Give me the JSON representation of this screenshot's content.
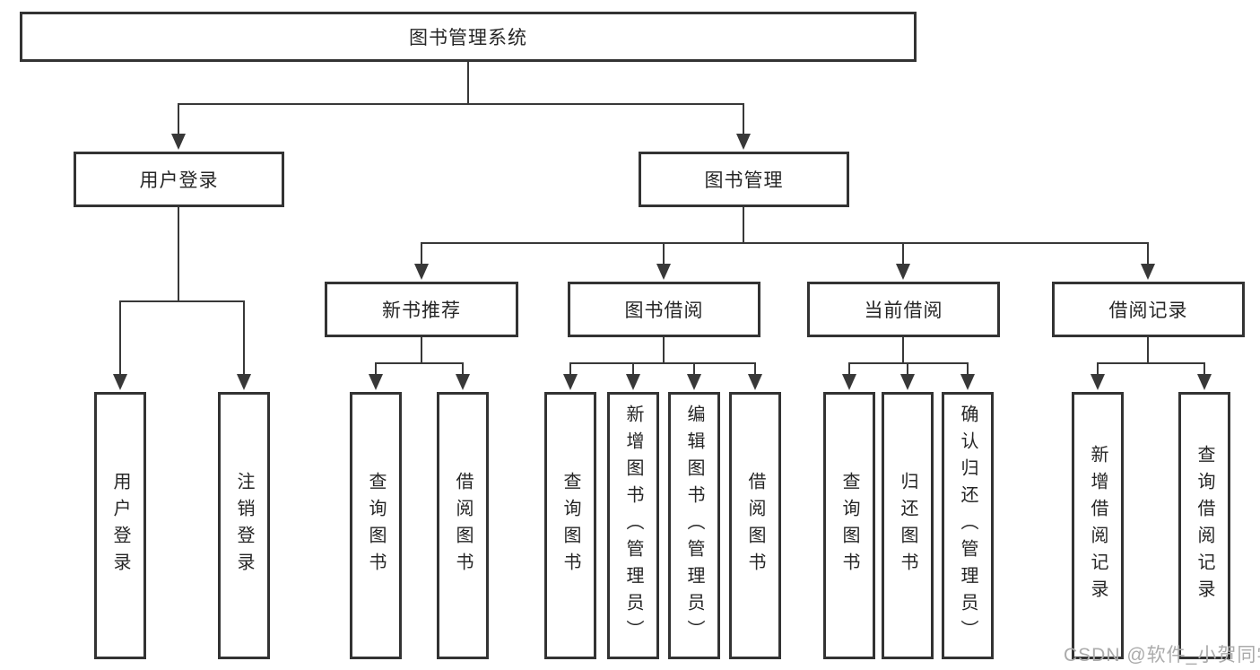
{
  "diagram_title": "图书管理系统",
  "tree": {
    "label": "图书管理系统",
    "children": [
      {
        "label": "用户登录",
        "children": [
          {
            "label": "用户登录"
          },
          {
            "label": "注销登录"
          }
        ]
      },
      {
        "label": "图书管理",
        "children": [
          {
            "label": "新书推荐",
            "children": [
              {
                "label": "查询图书"
              },
              {
                "label": "借阅图书"
              }
            ]
          },
          {
            "label": "图书借阅",
            "children": [
              {
                "label": "查询图书"
              },
              {
                "label": "新增图书（管理员）"
              },
              {
                "label": "编辑图书（管理员）"
              },
              {
                "label": "借阅图书"
              }
            ]
          },
          {
            "label": "当前借阅",
            "children": [
              {
                "label": "查询图书"
              },
              {
                "label": "归还图书"
              },
              {
                "label": "确认归还（管理员）"
              }
            ]
          },
          {
            "label": "借阅记录",
            "children": [
              {
                "label": "新增借阅记录"
              },
              {
                "label": "查询借阅记录"
              }
            ]
          }
        ]
      }
    ]
  },
  "watermark": {
    "text": "CSDN @软件_小贺同学"
  },
  "colors": {
    "line": "#383838",
    "border": "#333333",
    "text": "#262626",
    "watermark": "#ababab"
  }
}
